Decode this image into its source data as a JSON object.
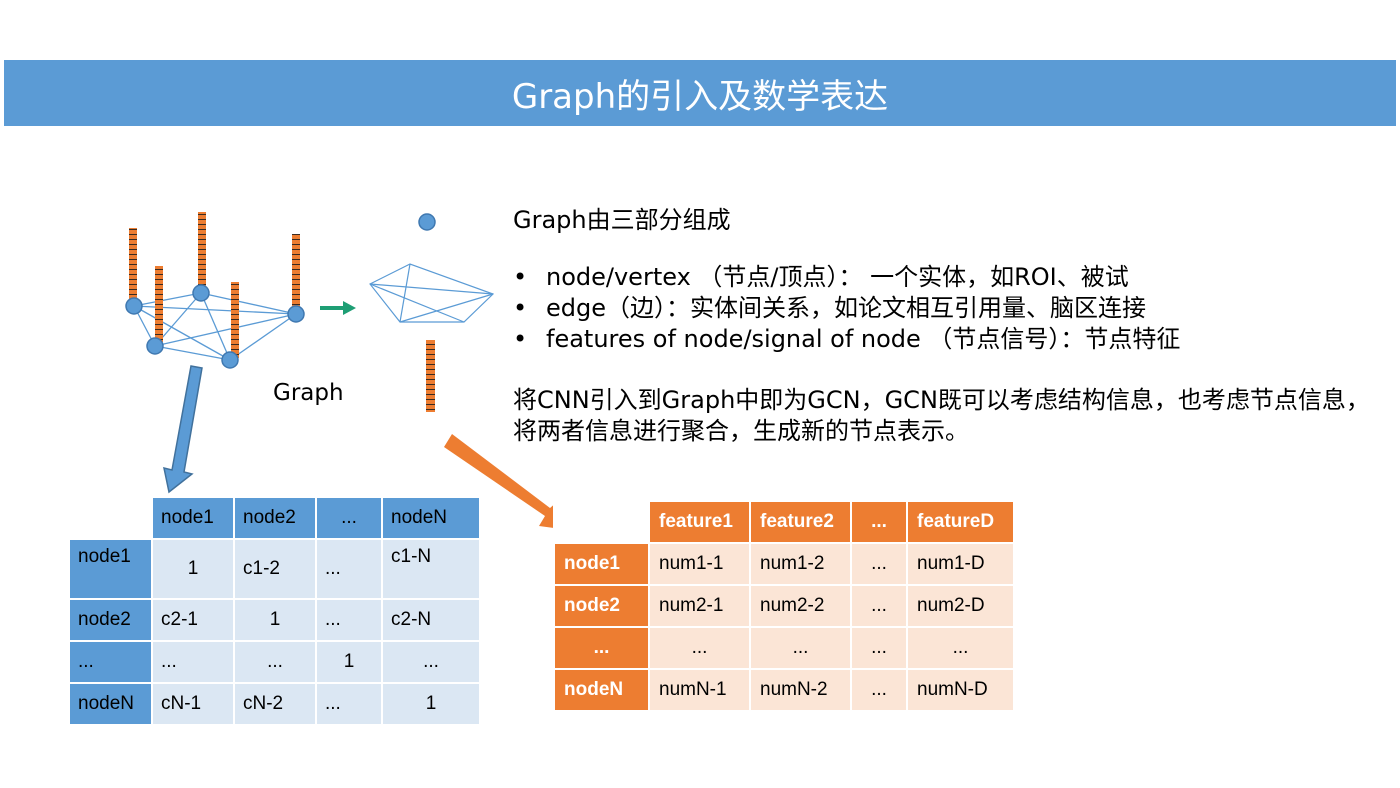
{
  "title": "Graph的引入及数学表达",
  "graph_label": "Graph",
  "text": {
    "heading": "Graph由三部分组成",
    "bullets": [
      "node/vertex （节点/顶点）： 一个实体，如ROI、被试",
      "edge（边）：实体间关系，如论文相互引用量、脑区连接",
      "features of node/signal of node （节点信号）：节点特征"
    ],
    "paragraph": "将CNN引入到Graph中即为GCN，GCN既可以考虑结构信息，也考虑节点信息，将两者信息进行聚合，生成新的节点表示。"
  },
  "adjacency_table": {
    "col_headers": [
      "node1",
      "node2",
      "...",
      "nodeN"
    ],
    "rows": [
      {
        "header": "node1",
        "cells": [
          "1",
          "c1-2",
          "...",
          "c1-N"
        ]
      },
      {
        "header": "node2",
        "cells": [
          "c2-1",
          "1",
          "...",
          "c2-N"
        ]
      },
      {
        "header": "...",
        "cells": [
          "...",
          "...",
          "1",
          "..."
        ]
      },
      {
        "header": "nodeN",
        "cells": [
          "cN-1",
          "cN-2",
          "...",
          "1"
        ]
      }
    ]
  },
  "feature_table": {
    "col_headers": [
      "feature1",
      "feature2",
      "...",
      "featureD"
    ],
    "rows": [
      {
        "header": "node1",
        "cells": [
          "num1-1",
          "num1-2",
          "...",
          "num1-D"
        ]
      },
      {
        "header": "node2",
        "cells": [
          "num2-1",
          "num2-2",
          "...",
          "num2-D"
        ]
      },
      {
        "header": "...",
        "cells": [
          "...",
          "...",
          "...",
          "..."
        ]
      },
      {
        "header": "nodeN",
        "cells": [
          "numN-1",
          "numN-2",
          "...",
          "numN-D"
        ]
      }
    ]
  },
  "colors": {
    "title_bar": "#5b9bd5",
    "node_fill": "#5b9bd5",
    "feature_bar": "#ed7d31",
    "green_arrow": "#1e9e74",
    "blue_arrow": "#5b9bd5",
    "orange_arrow": "#ed7d31"
  }
}
